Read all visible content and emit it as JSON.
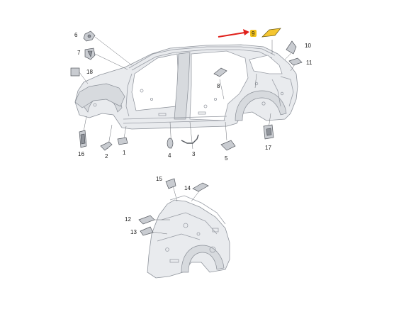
{
  "callouts": {
    "c1": "1",
    "c2": "2",
    "c3": "3",
    "c4": "4",
    "c5": "5",
    "c6": "6",
    "c7": "7",
    "c8": "8",
    "c9": "9",
    "c10": "10",
    "c11": "11",
    "c12": "12",
    "c13": "13",
    "c14": "14",
    "c15": "15",
    "c16": "16",
    "c17": "17",
    "c18": "18"
  },
  "highlight": {
    "callout": "9",
    "badge_color": "#f2c21b",
    "part_color": "#f5c631",
    "arrow_color": "#e0201b"
  },
  "colors": {
    "body_fill": "#e9ebee",
    "body_stroke": "#8f949c",
    "part_fill": "#c9ccd1",
    "part_stroke": "#54585f"
  }
}
